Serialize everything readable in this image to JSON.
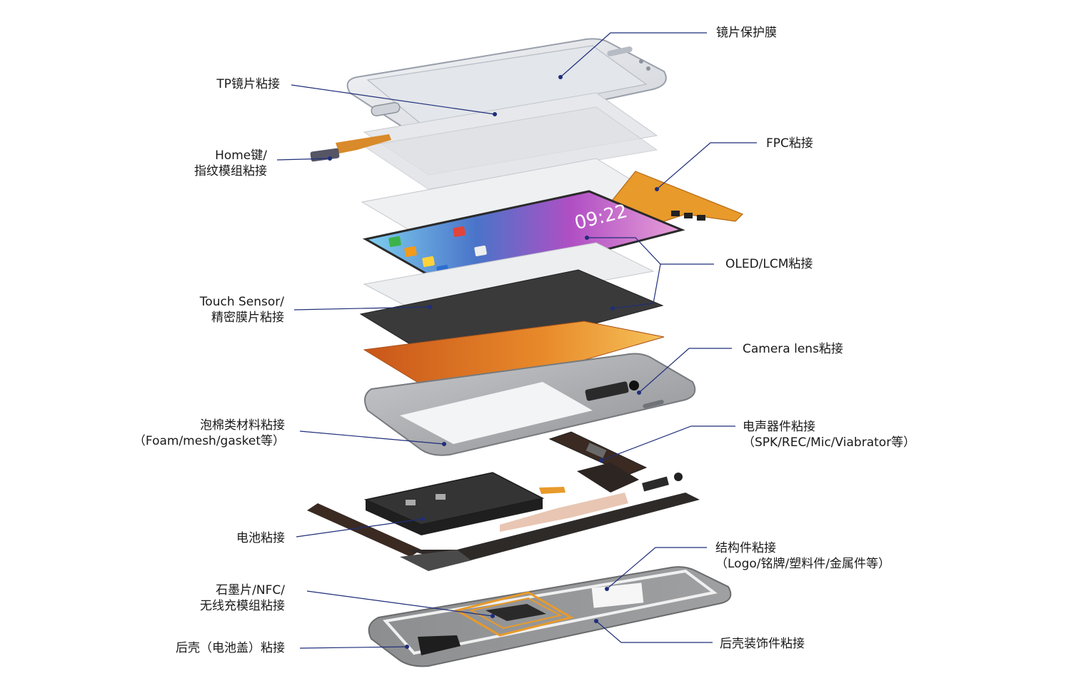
{
  "labels": {
    "lens_film": [
      "镜片保护膜"
    ],
    "tp_lens": [
      "TP镜片粘接"
    ],
    "home_key": [
      "Home键/",
      "指纹模组粘接"
    ],
    "fpc": [
      "FPC粘接"
    ],
    "oled": [
      "OLED/LCM粘接"
    ],
    "touch_sensor": [
      "Touch Sensor/",
      "精密膜片粘接"
    ],
    "camera": [
      "Camera lens粘接"
    ],
    "foam": [
      "泡棉类材料粘接",
      "（Foam/mesh/gasket等）"
    ],
    "electroacoustic": [
      "电声器件粘接",
      "（SPK/REC/Mic/Viabrator等）"
    ],
    "battery": [
      "电池粘接"
    ],
    "structural": [
      "结构件粘接",
      "（Logo/铭牌/塑料件/金属件等）"
    ],
    "graphite": [
      "石墨片/NFC/",
      "无线充模组粘接"
    ],
    "back_cover": [
      "后壳（电池盖）粘接"
    ],
    "back_deco": [
      "后壳装饰件粘接"
    ]
  },
  "display_time": "09:22",
  "colors": {
    "leader": "#1f2e7a",
    "copper": "#e07a1f",
    "fpc": "#e89a2a",
    "dark_layer": "#3a3a3a",
    "housing": "#a9abae"
  }
}
